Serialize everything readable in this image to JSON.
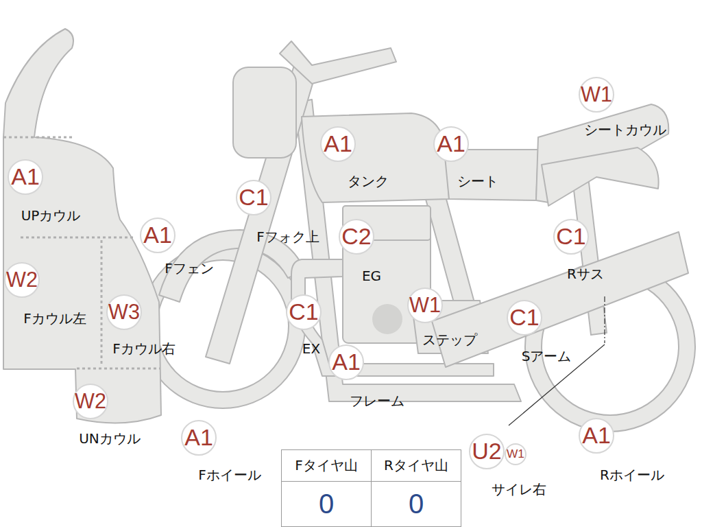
{
  "diagram": {
    "nodes": [
      {
        "text": [
          "A1",
          "UPカウル"
        ]
      },
      {
        "text": [
          "W2",
          "Fカウル左"
        ]
      },
      {
        "text": [
          "W3",
          "Fカウル右"
        ]
      },
      {
        "text": [
          "W2",
          "UNカウル"
        ]
      },
      {
        "text": [
          "A1",
          "Fフェン"
        ]
      },
      {
        "text": [
          "A1",
          "Fホイール"
        ]
      },
      {
        "text": [
          "C1",
          "Fフォク上"
        ]
      },
      {
        "text": [
          "A1",
          "タンク"
        ]
      },
      {
        "text": [
          "C2",
          "EG"
        ]
      },
      {
        "text": [
          "C1",
          "EX"
        ]
      },
      {
        "text": [
          "W1",
          "ステップ"
        ]
      },
      {
        "text": [
          "A1",
          "フレーム"
        ]
      },
      {
        "text": [
          "A1",
          "シート"
        ]
      },
      {
        "text": [
          "W1",
          "シートカウル"
        ]
      },
      {
        "text": [
          "C1",
          "Rサス"
        ]
      },
      {
        "text": [
          "C1",
          "Sアーム"
        ]
      },
      {
        "text": [
          "U2",
          "サイレ右"
        ]
      },
      {
        "text": [
          "W1"
        ]
      },
      {
        "text": [
          "A1",
          "Rホイール"
        ]
      }
    ],
    "labels": [
      "Fタイヤ山",
      "Rタイヤ山",
      "0",
      "0"
    ]
  }
}
